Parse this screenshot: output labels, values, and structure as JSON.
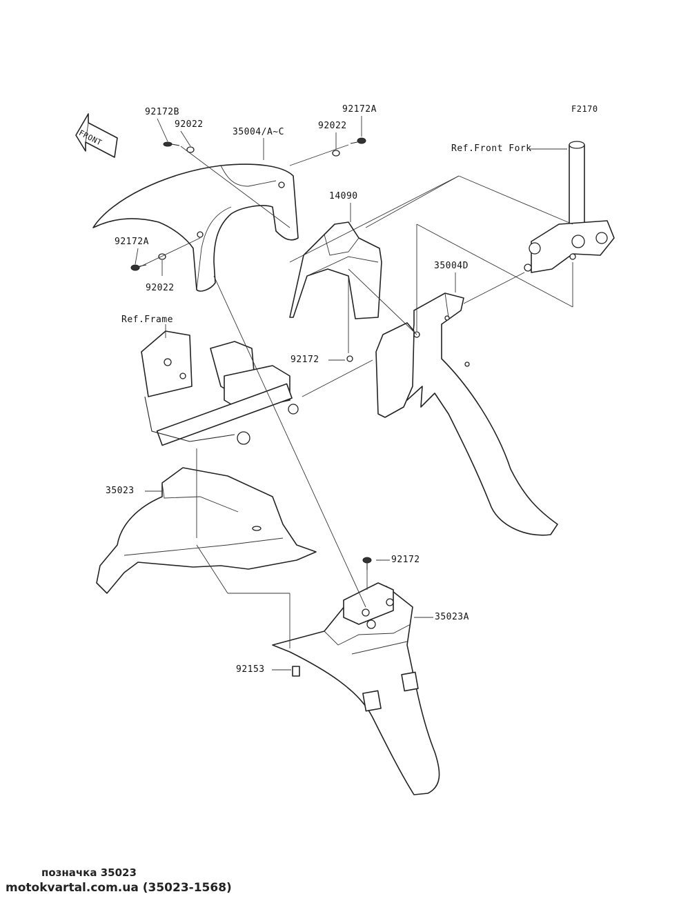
{
  "diagram_id": "F2170",
  "front_arrow": "FRONT",
  "labels": {
    "p92172b": "92172B",
    "p92022_top_left": "92022",
    "p35004ac": "35004/A~C",
    "p92172a_top": "92172A",
    "p92022_top_right": "92022",
    "ref_front_fork": "Ref.Front Fork",
    "p14090": "14090",
    "p92172a_left": "92172A",
    "p92022_left": "92022",
    "p35004d": "35004D",
    "ref_frame": "Ref.Frame",
    "p92172_mid": "92172",
    "p35023": "35023",
    "p92172_low": "92172",
    "p35023a": "35023A",
    "p92153": "92153"
  },
  "footer": {
    "caption": "позначка 35023",
    "site": "motokvartal.com.ua (35023-1568)"
  }
}
